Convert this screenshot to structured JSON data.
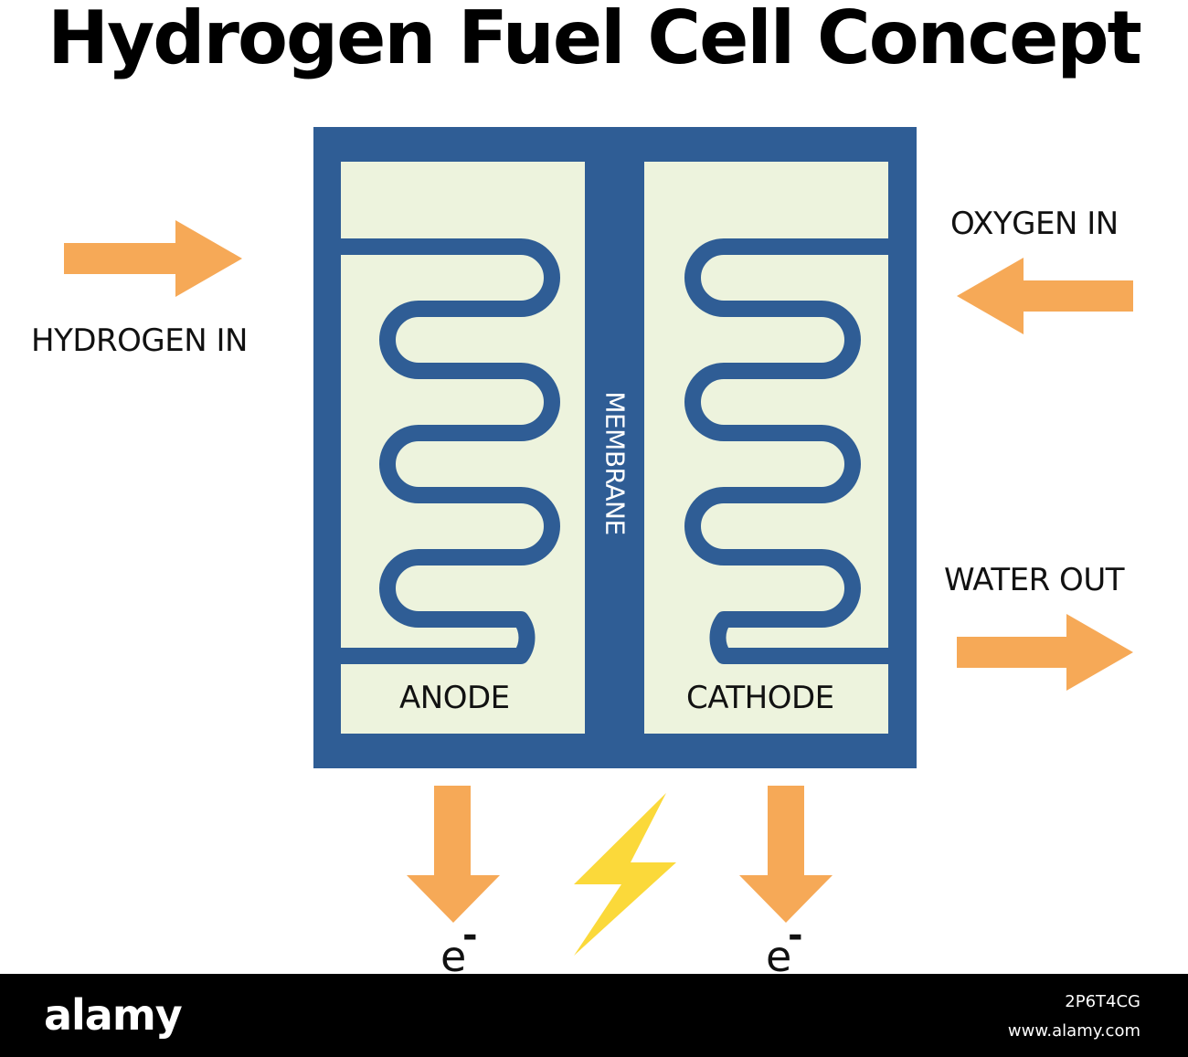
{
  "title": "Hydrogen Fuel Cell Concept",
  "labels": {
    "hydrogen_in": "HYDROGEN IN",
    "oxygen_in": "OXYGEN IN",
    "water_out": "WATER OUT",
    "anode": "ANODE",
    "cathode": "CATHODE",
    "membrane": "MEMBRANE",
    "electron_left": "e",
    "electron_right": "e",
    "electron_charge": "-"
  },
  "footer": {
    "logo": "alamy",
    "image_id": "2P6T4CG",
    "url": "www.alamy.com"
  },
  "colors": {
    "frame": "#2f5d95",
    "chamber": "#edf3dd",
    "arrow": "#f6a957",
    "bolt": "#fbd93a",
    "footer": "#000000"
  }
}
